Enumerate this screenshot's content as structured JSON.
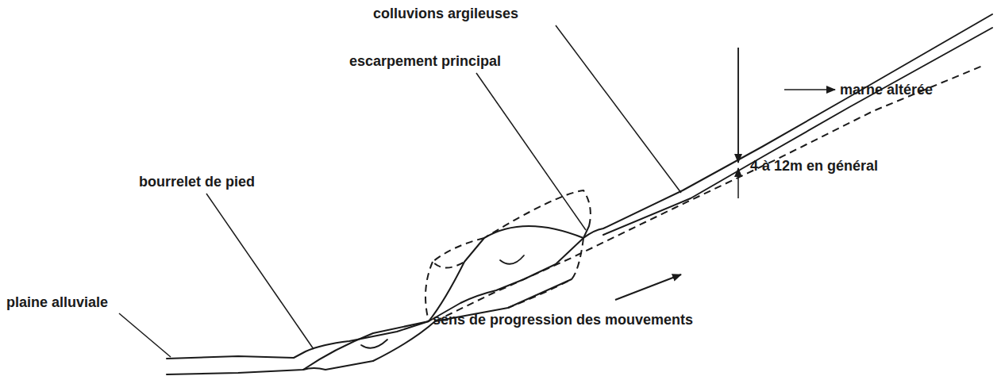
{
  "diagram": {
    "labels": [
      "colluvions argileuses",
      "escarpement principal",
      "marne altérée",
      "4 à 12m en général",
      "bourrelet de pied",
      "plaine alluviale",
      "sens de progression des mouvements"
    ]
  }
}
